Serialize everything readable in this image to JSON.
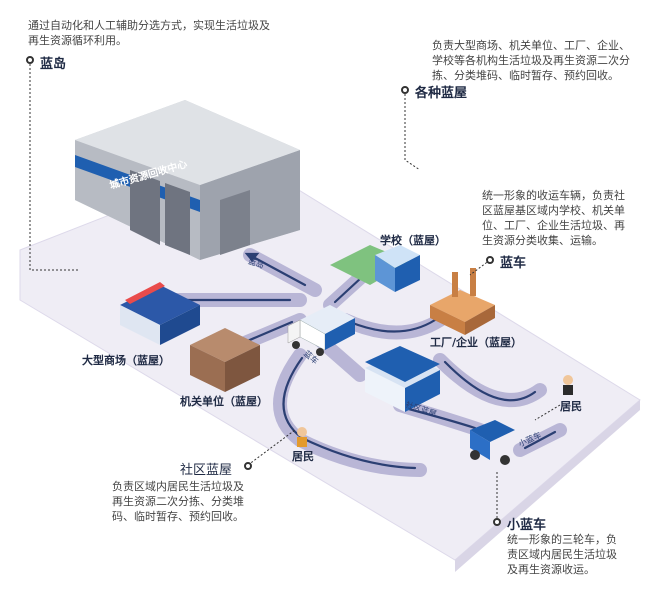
{
  "lan_dao": {
    "title": "蓝岛",
    "desc": "通过自动化和人工辅助分选方式，实现生活垃圾及\n再生资源循环利用。"
  },
  "ge_zhong_lan_wu": {
    "title": "各种蓝屋",
    "desc": "负责大型商场、机关单位、工厂、企业、\n学校等各机构生活垃圾及再生资源二次分\n拣、分类堆码、临时暂存、预约回收。"
  },
  "lan_che": {
    "title": "蓝车",
    "desc": "统一形象的收运车辆，负责社\n区蓝屋基区域内学校、机关单\n位、工厂、企业生活垃圾、再\n生资源分类收集、运输。"
  },
  "she_qu_lan_wu": {
    "title": "社区蓝屋",
    "desc": "负责区域内居民生活垃圾及\n再生资源二次分拣、分类堆\n码、临时暂存、预约回收。"
  },
  "xiao_lan_che": {
    "title": "小蓝车",
    "desc": "统一形象的三轮车，负\n责区域内居民生活垃圾\n及再生资源收运。"
  },
  "labels": {
    "school": "学校（蓝屋）",
    "factory": "工厂/企业（蓝屋）",
    "mall": "大型商场（蓝屋）",
    "agency": "机关单位（蓝屋）",
    "resident_left": "居民",
    "resident_right": "居民"
  },
  "road_labels": {
    "to_island": "蓝岛",
    "truck": "蓝车",
    "community": "社区蓝屋",
    "small_truck": "小蓝车"
  },
  "building_sign": "城市资源回收中心",
  "colors": {
    "platform": "#ebe8f3",
    "road": "#b9b6d6",
    "arrow": "#2b3f73",
    "accent": "#1f5fb0"
  }
}
